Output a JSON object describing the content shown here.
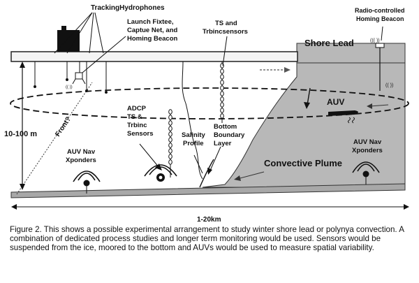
{
  "labels": {
    "tracking_hydrophones": "TrackingHydrophones",
    "launch_line1": "Launch Fixtee,",
    "launch_line2": "Captue Net, and",
    "launch_line3": "Homing Beacon",
    "ts_line1": "TS and",
    "ts_line2": "Trbincsensors",
    "radio_line1": "Radio-controlled",
    "radio_line2": "Homing Beacon",
    "shore_lead": "Shore Lead",
    "auv": "AUV",
    "depth": "10-100 m",
    "front": "Front?",
    "adcp_line1": "ADCP",
    "adcp_line2": "TS &",
    "adcp_line3": "Trbinc",
    "adcp_line4": "Sensors",
    "salinity_line1": "Salinity",
    "salinity_line2": "Profile",
    "bbl_line1": "Bottom",
    "bbl_line2": "Boundary",
    "bbl_line3": "Layer",
    "auv_nav_left_line1": "AUV Nav",
    "auv_nav_left_line2": "Xponders",
    "auv_nav_right_line1": "AUV Nav",
    "auv_nav_right_line2": "Xponders",
    "convective_plume": "Convective Plume",
    "scale": "1-20km",
    "beacon_small": "((( ))",
    "beacon_small2": "(( ))"
  },
  "caption": "Figure 2.  This shows a possible experimental arrangement to study winter shore lead or polynya convection.  A combination of dedicated process studies and longer term monitoring would be used. Sensors would be suspended from the ice, moored to the bottom and AUVs would be used to measure spatial variability."
}
